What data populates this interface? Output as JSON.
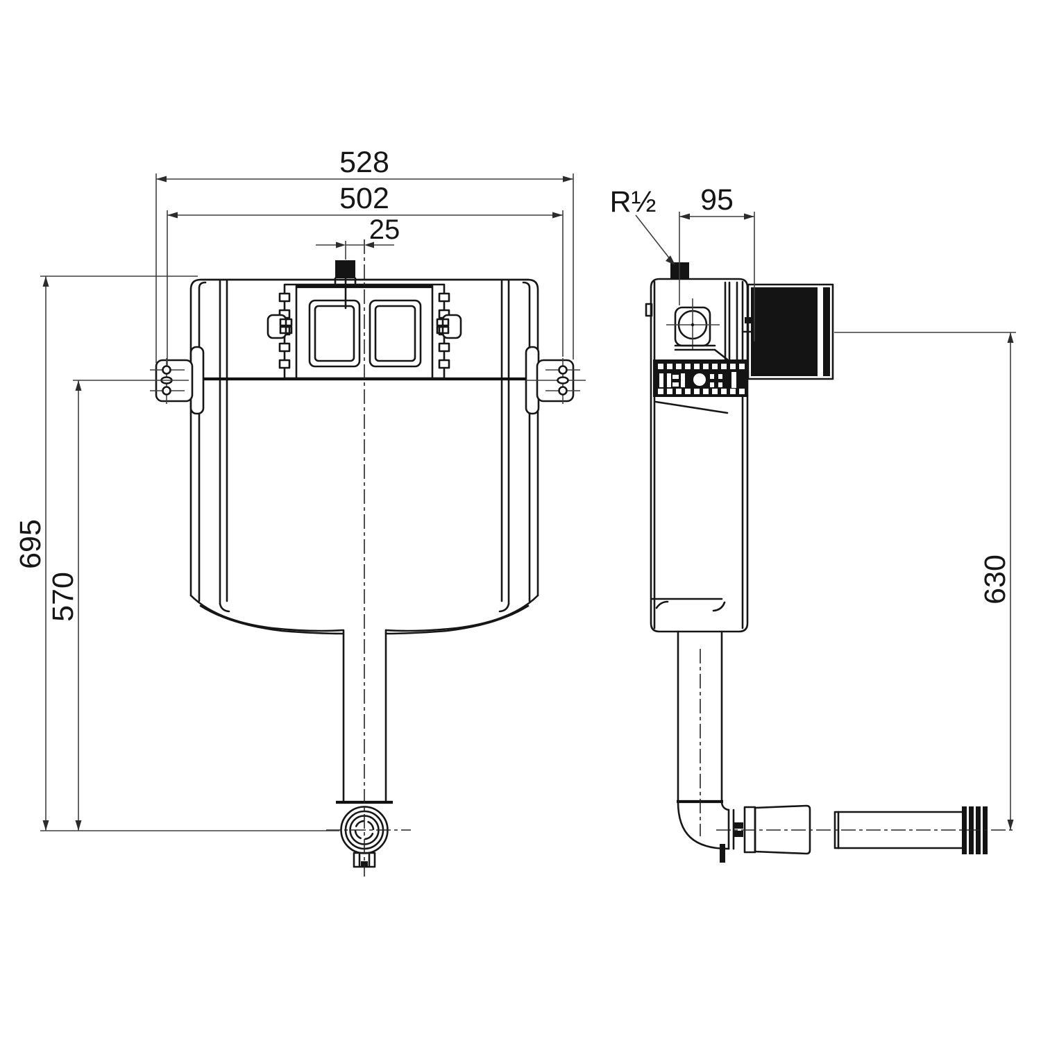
{
  "drawing": {
    "type": "technical-dimension-drawing",
    "subject": "concealed-cistern-two-views",
    "background": "#ffffff",
    "line_color": "#161616",
    "views": {
      "front": {
        "id": "front-view"
      },
      "side": {
        "id": "side-view"
      }
    },
    "dimensions": {
      "overall_width": "528",
      "fixing_centers_width": "502",
      "button_offset": "25",
      "overall_height": "695",
      "bracket_height": "570",
      "inlet_thread": "R½",
      "inlet_depth": "95",
      "outlet_height": "630"
    }
  }
}
